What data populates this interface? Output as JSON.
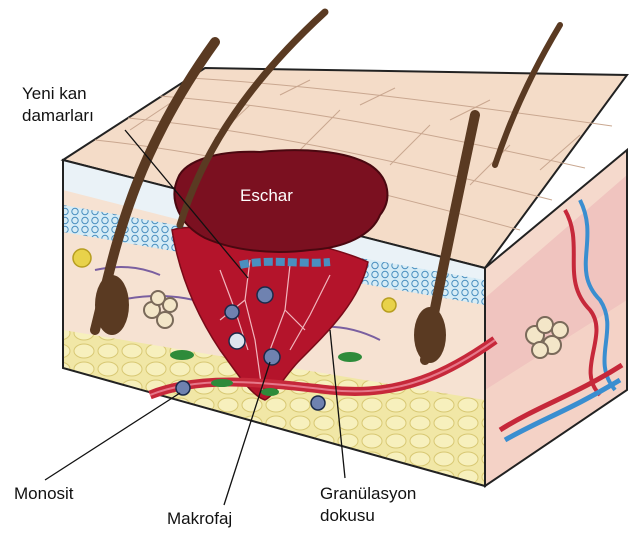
{
  "labels": {
    "vessels_line1": "Yeni kan",
    "vessels_line2": "damarları",
    "eschar": "Eschar",
    "monocyte": "Monosit",
    "macrophage": "Makrofaj",
    "granulation_line1": "Granülasyon",
    "granulation_line2": "dokusu"
  },
  "colors": {
    "skin_top": "#f4dcc8",
    "eschar": "#7b1020",
    "granulation": "#b4142b",
    "epidermis": "#d6ecf6",
    "fat": "#f4ecae",
    "dermis": "#f6e2d2",
    "hair": "#5a3a22",
    "vein": "#3a8ed0",
    "artery": "#c6283a"
  }
}
